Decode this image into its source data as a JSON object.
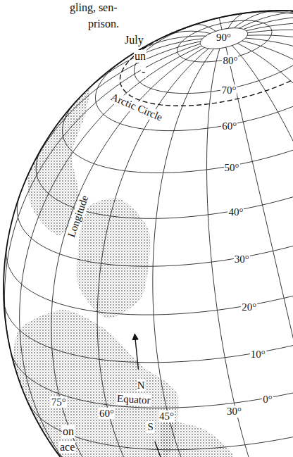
{
  "diagram": {
    "labels": [
      "gling, sen-",
      "prison.",
      "July",
      "un",
      "-",
      "on",
      "ace",
      "90°",
      "80°",
      "70°",
      "60°",
      "50°",
      "40°",
      "30°",
      "20°",
      "10°",
      "0°",
      "Arctic Circle",
      "Longitude",
      "Equator",
      "N",
      "S",
      "75°",
      "60°",
      "45°",
      "30°"
    ]
  }
}
